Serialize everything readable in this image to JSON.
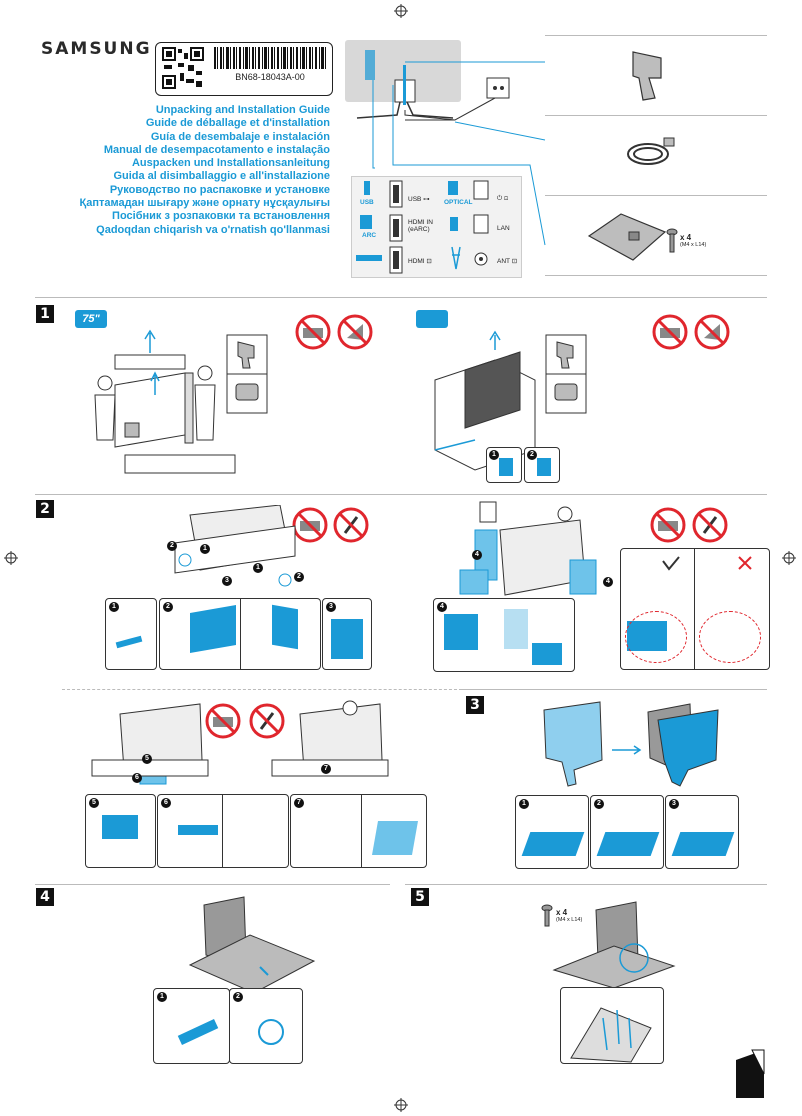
{
  "header": {
    "brand": "SAMSUNG",
    "part_number": "BN68-18043A-00",
    "guide_titles": [
      "Unpacking and Installation Guide",
      "Guide de déballage et d'installation",
      "Guía de desembalaje e instalación",
      "Manual de desempacotamento e instalação",
      "Auspacken und Installationsanleitung",
      "Guida al disimballaggio e all'installazione",
      "Руководство по распаковке и установке",
      "Қаптамадан шығару және орнату нұсқаулығы",
      "Посібник з розпаковки та встановлення",
      "Qadoqdan chiqarish va o'rnatish qo'llanmasi"
    ]
  },
  "ports": [
    {
      "label": "USB",
      "style": "blue"
    },
    {
      "label": "USB ⊶",
      "style": "plain"
    },
    {
      "label": "OPTICAL",
      "style": "blue"
    },
    {
      "label": "⏻ ⊡",
      "style": "plain"
    },
    {
      "label": "ARC",
      "style": "blue"
    },
    {
      "label": "HDMI IN (eARC)",
      "style": "plain"
    },
    {
      "label": "LAN",
      "style": "plain"
    },
    {
      "label": "HDMI ⊡",
      "style": "plain"
    },
    {
      "label": "ANT ⊡",
      "style": "plain"
    }
  ],
  "accessories": {
    "screw_count": "x 4",
    "screw_spec": "(M4 x L14)"
  },
  "steps": {
    "s1": "1",
    "s2": "2",
    "s3": "3",
    "s4": "4",
    "s5": "5"
  },
  "step1": {
    "size_badge": "75\""
  },
  "step5": {
    "screw_count": "x 4",
    "screw_spec": "(M4 x L14)"
  },
  "substeps": {
    "n1": "1",
    "n2": "2",
    "n3": "3",
    "n4": "4",
    "n5": "5",
    "n6": "6",
    "n7": "7"
  },
  "colors": {
    "accent": "#1b9ad6",
    "ban_red": "#e0262d",
    "dark": "#111111"
  }
}
